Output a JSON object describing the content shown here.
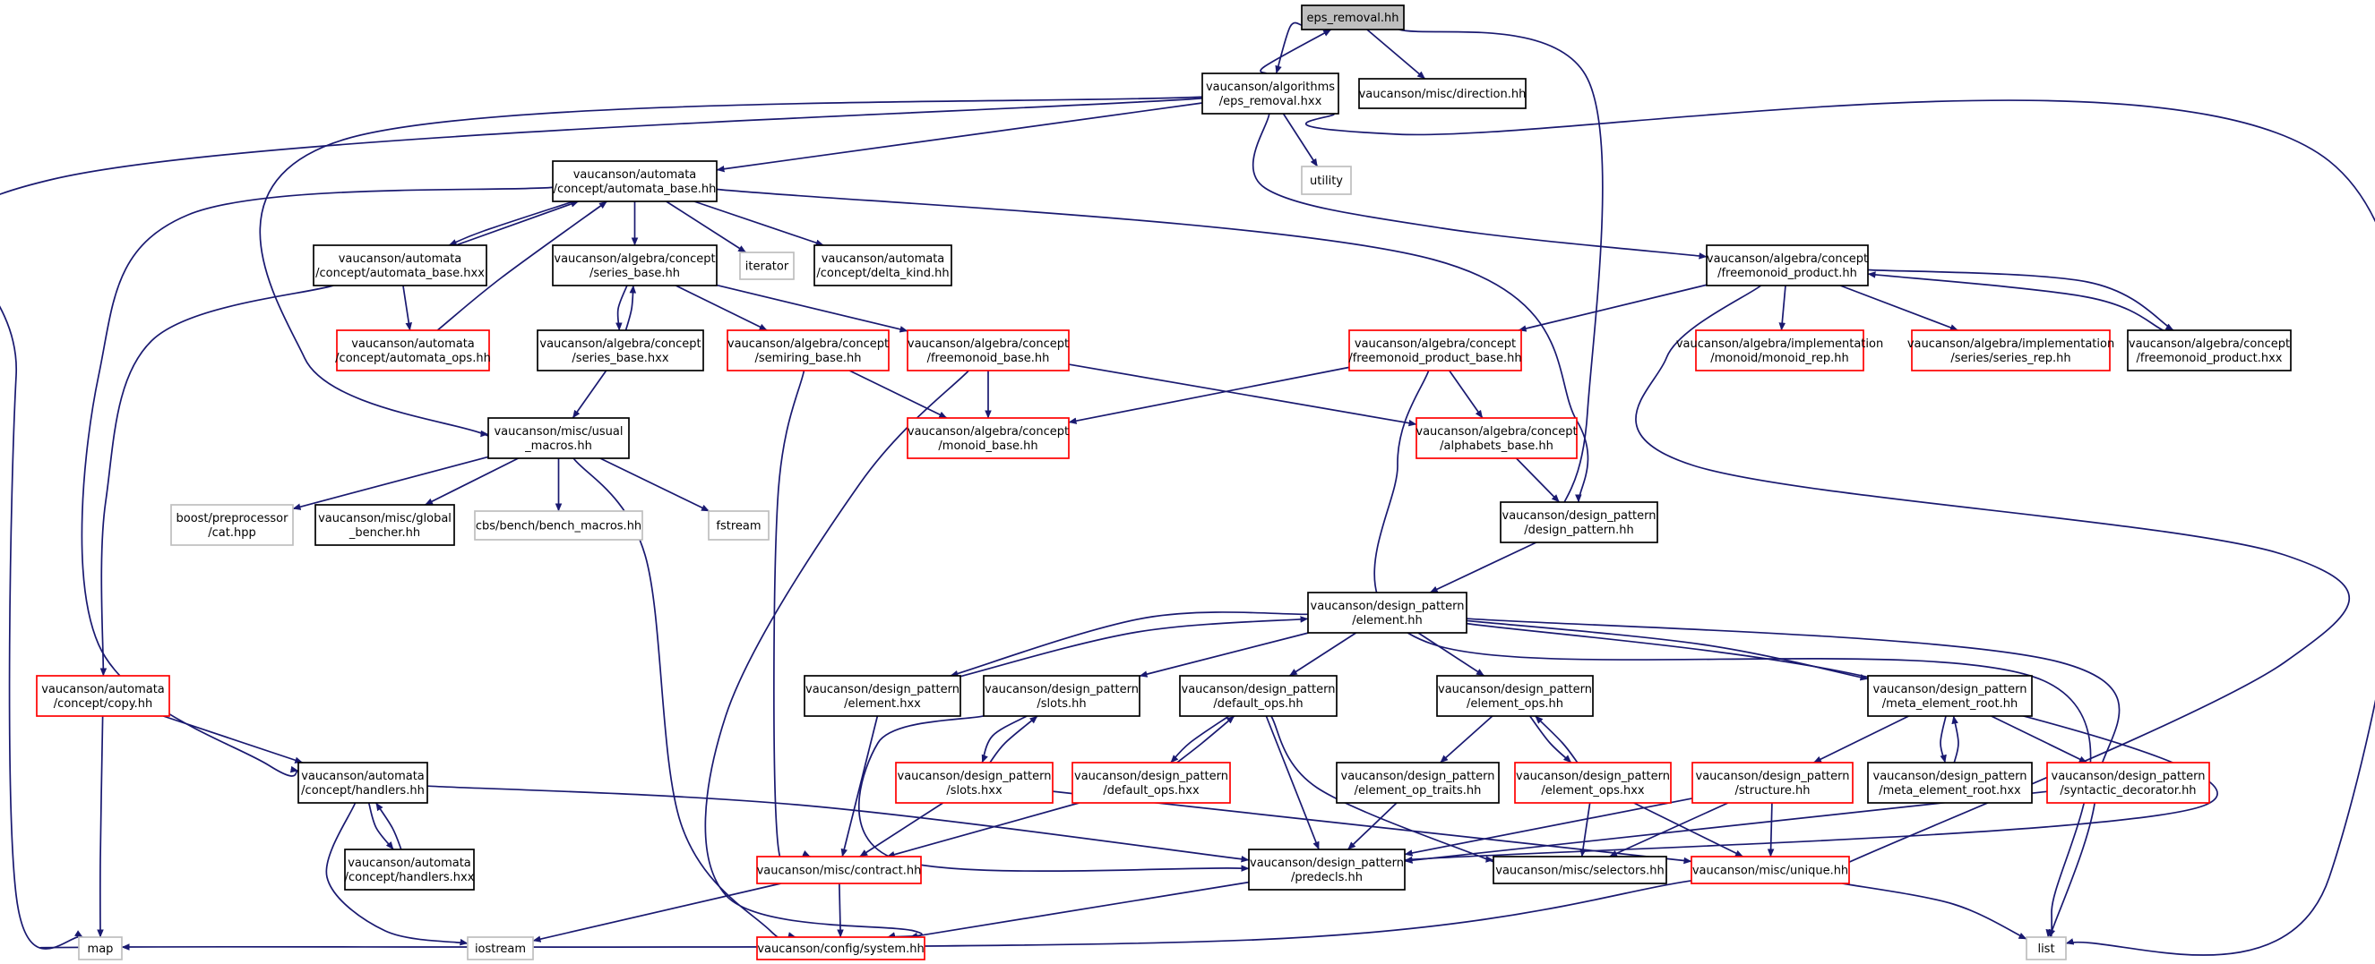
{
  "colors": {
    "edge": "#191970",
    "root_fill": "#bfbfbf",
    "border_normal": "#000000",
    "border_truncated": "#ff0000",
    "border_external": "#bfbfbf"
  },
  "nodes": {
    "eps_removal_hh": {
      "lines": [
        "eps_removal.hh"
      ],
      "kind": "root"
    },
    "eps_removal_hxx": {
      "lines": [
        "vaucanson/algorithms",
        "/eps_removal.hxx"
      ],
      "kind": "normal"
    },
    "direction_hh": {
      "lines": [
        "vaucanson/misc/direction.hh"
      ],
      "kind": "normal"
    },
    "utility": {
      "lines": [
        "utility"
      ],
      "kind": "external"
    },
    "automata_base_hh": {
      "lines": [
        "vaucanson/automata",
        "/concept/automata_base.hh"
      ],
      "kind": "normal"
    },
    "automata_base_hxx": {
      "lines": [
        "vaucanson/automata",
        "/concept/automata_base.hxx"
      ],
      "kind": "normal"
    },
    "series_base_hh": {
      "lines": [
        "vaucanson/algebra/concept",
        "/series_base.hh"
      ],
      "kind": "normal"
    },
    "iterator": {
      "lines": [
        "iterator"
      ],
      "kind": "external"
    },
    "delta_kind_hh": {
      "lines": [
        "vaucanson/automata",
        "/concept/delta_kind.hh"
      ],
      "kind": "normal"
    },
    "freemonoid_product_hh": {
      "lines": [
        "vaucanson/algebra/concept",
        "/freemonoid_product.hh"
      ],
      "kind": "normal"
    },
    "automata_ops_hh": {
      "lines": [
        "vaucanson/automata",
        "/concept/automata_ops.hh"
      ],
      "kind": "truncated"
    },
    "series_base_hxx": {
      "lines": [
        "vaucanson/algebra/concept",
        "/series_base.hxx"
      ],
      "kind": "normal"
    },
    "semiring_base_hh": {
      "lines": [
        "vaucanson/algebra/concept",
        "/semiring_base.hh"
      ],
      "kind": "truncated"
    },
    "freemonoid_base_hh": {
      "lines": [
        "vaucanson/algebra/concept",
        "/freemonoid_base.hh"
      ],
      "kind": "truncated"
    },
    "freemonoid_product_base_hh": {
      "lines": [
        "vaucanson/algebra/concept",
        "/freemonoid_product_base.hh"
      ],
      "kind": "truncated"
    },
    "monoid_rep_hh": {
      "lines": [
        "vaucanson/algebra/implementation",
        "/monoid/monoid_rep.hh"
      ],
      "kind": "truncated"
    },
    "series_rep_hh": {
      "lines": [
        "vaucanson/algebra/implementation",
        "/series/series_rep.hh"
      ],
      "kind": "truncated"
    },
    "freemonoid_product_hxx": {
      "lines": [
        "vaucanson/algebra/concept",
        "/freemonoid_product.hxx"
      ],
      "kind": "normal"
    },
    "usual_macros_hh": {
      "lines": [
        "vaucanson/misc/usual",
        "_macros.hh"
      ],
      "kind": "normal"
    },
    "monoid_base_hh": {
      "lines": [
        "vaucanson/algebra/concept",
        "/monoid_base.hh"
      ],
      "kind": "truncated"
    },
    "alphabets_base_hh": {
      "lines": [
        "vaucanson/algebra/concept",
        "/alphabets_base.hh"
      ],
      "kind": "truncated"
    },
    "cat_hpp": {
      "lines": [
        "boost/preprocessor",
        "/cat.hpp"
      ],
      "kind": "external"
    },
    "global_bencher_hh": {
      "lines": [
        "vaucanson/misc/global",
        "_bencher.hh"
      ],
      "kind": "normal"
    },
    "bench_macros_hh": {
      "lines": [
        "cbs/bench/bench_macros.hh"
      ],
      "kind": "external"
    },
    "fstream": {
      "lines": [
        "fstream"
      ],
      "kind": "external"
    },
    "design_pattern_hh": {
      "lines": [
        "vaucanson/design_pattern",
        "/design_pattern.hh"
      ],
      "kind": "normal"
    },
    "element_hh": {
      "lines": [
        "vaucanson/design_pattern",
        "/element.hh"
      ],
      "kind": "normal"
    },
    "copy_hh": {
      "lines": [
        "vaucanson/automata",
        "/concept/copy.hh"
      ],
      "kind": "truncated"
    },
    "element_hxx": {
      "lines": [
        "vaucanson/design_pattern",
        "/element.hxx"
      ],
      "kind": "normal"
    },
    "slots_hh": {
      "lines": [
        "vaucanson/design_pattern",
        "/slots.hh"
      ],
      "kind": "normal"
    },
    "default_ops_hh": {
      "lines": [
        "vaucanson/design_pattern",
        "/default_ops.hh"
      ],
      "kind": "normal"
    },
    "element_ops_hh": {
      "lines": [
        "vaucanson/design_pattern",
        "/element_ops.hh"
      ],
      "kind": "normal"
    },
    "meta_element_root_hh": {
      "lines": [
        "vaucanson/design_pattern",
        "/meta_element_root.hh"
      ],
      "kind": "normal"
    },
    "handlers_hh": {
      "lines": [
        "vaucanson/automata",
        "/concept/handlers.hh"
      ],
      "kind": "normal"
    },
    "slots_hxx": {
      "lines": [
        "vaucanson/design_pattern",
        "/slots.hxx"
      ],
      "kind": "truncated"
    },
    "default_ops_hxx": {
      "lines": [
        "vaucanson/design_pattern",
        "/default_ops.hxx"
      ],
      "kind": "truncated"
    },
    "element_op_traits_hh": {
      "lines": [
        "vaucanson/design_pattern",
        "/element_op_traits.hh"
      ],
      "kind": "normal"
    },
    "element_ops_hxx": {
      "lines": [
        "vaucanson/design_pattern",
        "/element_ops.hxx"
      ],
      "kind": "truncated"
    },
    "structure_hh": {
      "lines": [
        "vaucanson/design_pattern",
        "/structure.hh"
      ],
      "kind": "truncated"
    },
    "meta_element_root_hxx": {
      "lines": [
        "vaucanson/design_pattern",
        "/meta_element_root.hxx"
      ],
      "kind": "normal"
    },
    "syntactic_decorator_hh": {
      "lines": [
        "vaucanson/design_pattern",
        "/syntactic_decorator.hh"
      ],
      "kind": "truncated"
    },
    "handlers_hxx": {
      "lines": [
        "vaucanson/automata",
        "/concept/handlers.hxx"
      ],
      "kind": "normal"
    },
    "contract_hh": {
      "lines": [
        "vaucanson/misc/contract.hh"
      ],
      "kind": "truncated"
    },
    "predecls_hh": {
      "lines": [
        "vaucanson/design_pattern",
        "/predecls.hh"
      ],
      "kind": "normal"
    },
    "selectors_hh": {
      "lines": [
        "vaucanson/misc/selectors.hh"
      ],
      "kind": "normal"
    },
    "unique_hh": {
      "lines": [
        "vaucanson/misc/unique.hh"
      ],
      "kind": "truncated"
    },
    "map": {
      "lines": [
        "map"
      ],
      "kind": "external"
    },
    "iostream": {
      "lines": [
        "iostream"
      ],
      "kind": "external"
    },
    "system_hh": {
      "lines": [
        "vaucanson/config/system.hh"
      ],
      "kind": "truncated"
    },
    "list": {
      "lines": [
        "list"
      ],
      "kind": "external"
    }
  },
  "edges": [
    [
      "eps_removal_hh",
      "eps_removal_hxx"
    ],
    [
      "eps_removal_hh",
      "direction_hh"
    ],
    [
      "eps_removal_hh",
      "design_pattern_hh"
    ],
    [
      "eps_removal_hxx",
      "eps_removal_hh"
    ],
    [
      "eps_removal_hxx",
      "utility"
    ],
    [
      "eps_removal_hxx",
      "automata_base_hh"
    ],
    [
      "eps_removal_hxx",
      "usual_macros_hh"
    ],
    [
      "eps_removal_hxx",
      "freemonoid_product_hh"
    ],
    [
      "eps_removal_hxx",
      "map"
    ],
    [
      "eps_removal_hxx",
      "list"
    ],
    [
      "automata_base_hh",
      "automata_base_hxx"
    ],
    [
      "automata_base_hh",
      "series_base_hh"
    ],
    [
      "automata_base_hh",
      "iterator"
    ],
    [
      "automata_base_hh",
      "delta_kind_hh"
    ],
    [
      "automata_base_hh",
      "design_pattern_hh"
    ],
    [
      "automata_base_hh",
      "handlers_hh"
    ],
    [
      "automata_base_hxx",
      "automata_base_hh"
    ],
    [
      "automata_base_hxx",
      "automata_ops_hh"
    ],
    [
      "automata_base_hxx",
      "copy_hh"
    ],
    [
      "automata_ops_hh",
      "automata_base_hh"
    ],
    [
      "series_base_hh",
      "series_base_hxx"
    ],
    [
      "series_base_hh",
      "semiring_base_hh"
    ],
    [
      "series_base_hh",
      "freemonoid_base_hh"
    ],
    [
      "series_base_hxx",
      "series_base_hh"
    ],
    [
      "series_base_hxx",
      "usual_macros_hh"
    ],
    [
      "semiring_base_hh",
      "monoid_base_hh"
    ],
    [
      "semiring_base_hh",
      "contract_hh"
    ],
    [
      "freemonoid_base_hh",
      "monoid_base_hh"
    ],
    [
      "freemonoid_base_hh",
      "alphabets_base_hh"
    ],
    [
      "freemonoid_base_hh",
      "system_hh"
    ],
    [
      "freemonoid_product_hh",
      "freemonoid_product_base_hh"
    ],
    [
      "freemonoid_product_hh",
      "monoid_rep_hh"
    ],
    [
      "freemonoid_product_hh",
      "series_rep_hh"
    ],
    [
      "freemonoid_product_hh",
      "freemonoid_product_hxx"
    ],
    [
      "freemonoid_product_hh",
      "unique_hh"
    ],
    [
      "freemonoid_product_hxx",
      "freemonoid_product_hh"
    ],
    [
      "freemonoid_product_base_hh",
      "monoid_base_hh"
    ],
    [
      "freemonoid_product_base_hh",
      "alphabets_base_hh"
    ],
    [
      "freemonoid_product_base_hh",
      "list"
    ],
    [
      "alphabets_base_hh",
      "design_pattern_hh"
    ],
    [
      "usual_macros_hh",
      "cat_hpp"
    ],
    [
      "usual_macros_hh",
      "global_bencher_hh"
    ],
    [
      "usual_macros_hh",
      "bench_macros_hh"
    ],
    [
      "usual_macros_hh",
      "fstream"
    ],
    [
      "usual_macros_hh",
      "system_hh"
    ],
    [
      "design_pattern_hh",
      "element_hh"
    ],
    [
      "element_hh",
      "element_hxx"
    ],
    [
      "element_hh",
      "slots_hh"
    ],
    [
      "element_hh",
      "default_ops_hh"
    ],
    [
      "element_hh",
      "element_ops_hh"
    ],
    [
      "element_hh",
      "meta_element_root_hh"
    ],
    [
      "element_hh",
      "predecls_hh"
    ],
    [
      "element_hh",
      "list"
    ],
    [
      "element_hxx",
      "element_hh"
    ],
    [
      "element_hxx",
      "contract_hh"
    ],
    [
      "slots_hh",
      "slots_hxx"
    ],
    [
      "slots_hh",
      "predecls_hh"
    ],
    [
      "slots_hxx",
      "slots_hh"
    ],
    [
      "slots_hxx",
      "contract_hh"
    ],
    [
      "slots_hxx",
      "unique_hh"
    ],
    [
      "default_ops_hh",
      "default_ops_hxx"
    ],
    [
      "default_ops_hh",
      "predecls_hh"
    ],
    [
      "default_ops_hh",
      "selectors_hh"
    ],
    [
      "default_ops_hxx",
      "default_ops_hh"
    ],
    [
      "default_ops_hxx",
      "contract_hh"
    ],
    [
      "element_ops_hh",
      "element_op_traits_hh"
    ],
    [
      "element_ops_hh",
      "element_ops_hxx"
    ],
    [
      "element_ops_hxx",
      "element_ops_hh"
    ],
    [
      "element_ops_hxx",
      "selectors_hh"
    ],
    [
      "element_ops_hxx",
      "unique_hh"
    ],
    [
      "element_op_traits_hh",
      "predecls_hh"
    ],
    [
      "meta_element_root_hh",
      "structure_hh"
    ],
    [
      "meta_element_root_hh",
      "meta_element_root_hxx"
    ],
    [
      "meta_element_root_hh",
      "syntactic_decorator_hh"
    ],
    [
      "meta_element_root_hxx",
      "meta_element_root_hh"
    ],
    [
      "structure_hh",
      "predecls_hh"
    ],
    [
      "structure_hh",
      "selectors_hh"
    ],
    [
      "structure_hh",
      "unique_hh"
    ],
    [
      "syntactic_decorator_hh",
      "predecls_hh"
    ],
    [
      "copy_hh",
      "handlers_hh"
    ],
    [
      "copy_hh",
      "map"
    ],
    [
      "handlers_hh",
      "handlers_hxx"
    ],
    [
      "handlers_hh",
      "predecls_hh"
    ],
    [
      "handlers_hh",
      "iostream"
    ],
    [
      "handlers_hxx",
      "handlers_hh"
    ],
    [
      "contract_hh",
      "system_hh"
    ],
    [
      "contract_hh",
      "iostream"
    ],
    [
      "predecls_hh",
      "system_hh"
    ],
    [
      "unique_hh",
      "map"
    ],
    [
      "unique_hh",
      "list"
    ]
  ]
}
